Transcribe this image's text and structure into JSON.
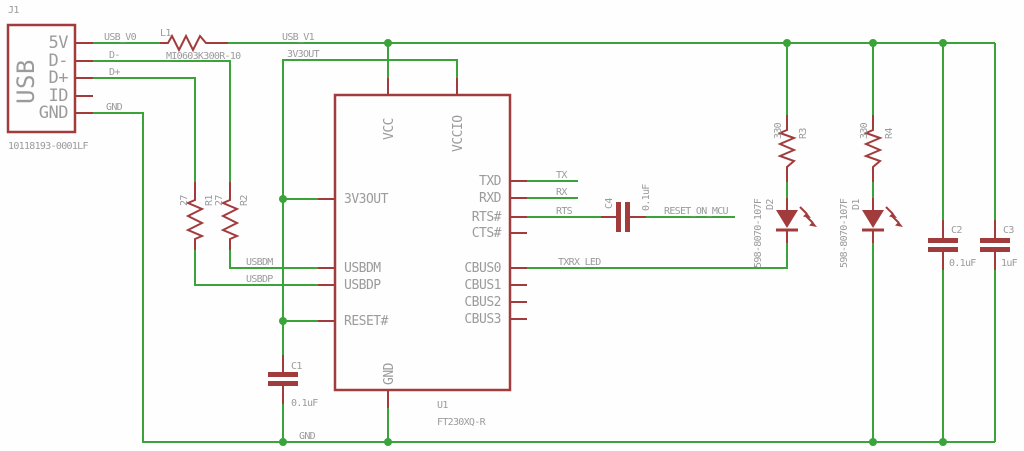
{
  "colors": {
    "wire": "#3aa33a",
    "symbol": "#a23c3c",
    "label": "#9b9b9b",
    "background": "#fefefe"
  },
  "usb_connector": {
    "ref": "J1",
    "part": "10118193-0001LF",
    "title": "USB",
    "pins": [
      "5V",
      "D-",
      "D+",
      "ID",
      "GND"
    ]
  },
  "ferrite": {
    "ref": "L1",
    "part": "MI0603K300R-10"
  },
  "ic": {
    "ref": "U1",
    "part": "FT230XQ-R",
    "pins": {
      "top": [
        "VCC",
        "VCCIO"
      ],
      "bottom": [
        "GND"
      ],
      "left": [
        "3V3OUT",
        "USBDM",
        "USBDP",
        "RESET#"
      ],
      "right": [
        "TXD",
        "RXD",
        "RTS#",
        "CTS#",
        "CBUS0",
        "CBUS1",
        "CBUS2",
        "CBUS3"
      ]
    }
  },
  "resistors": [
    {
      "ref": "R1",
      "value": "27"
    },
    {
      "ref": "R2",
      "value": "27"
    },
    {
      "ref": "R3",
      "value": "330"
    },
    {
      "ref": "R4",
      "value": "330"
    }
  ],
  "capacitors": [
    {
      "ref": "C1",
      "value": "0.1uF"
    },
    {
      "ref": "C2",
      "value": "0.1uF"
    },
    {
      "ref": "C3",
      "value": "1uF"
    },
    {
      "ref": "C4",
      "value": "0.1uF"
    }
  ],
  "leds": [
    {
      "ref": "D1",
      "part": "598-8070-107F"
    },
    {
      "ref": "D2",
      "part": "598-8070-107F"
    }
  ],
  "nets": {
    "usb_v0": "USB_V0",
    "usb_v1": "USB_V1",
    "v3out": "3V3OUT",
    "dminus": "D-",
    "dplus": "D+",
    "gnd_usb": "GND",
    "usbdm": "USBDM",
    "usbdp": "USBDP",
    "tx": "TX",
    "rx": "RX",
    "rts": "RTS",
    "reset_on_mcu": "RESET_ON_MCU",
    "txrx_led": "TXRX_LED",
    "gnd_rail": "GND"
  }
}
